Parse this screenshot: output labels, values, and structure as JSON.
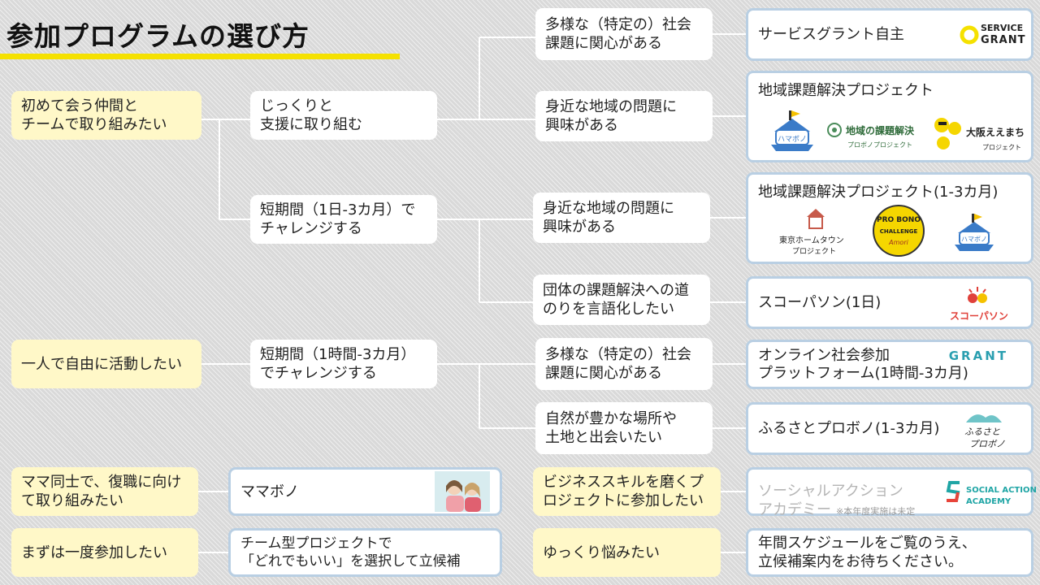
{
  "page_title": "参加プログラムの選び方",
  "motivations": {
    "team": "初めて会う仲間と\nチームで取り組みたい",
    "solo": "一人で自由に活動したい",
    "mama": "ママ同士で、復職に向け\nて取り組みたい",
    "once": "まずは一度参加したい"
  },
  "styles": {
    "longterm": "じっくりと\n支援に取り組む",
    "shortterm": "短期間（1日-3カ月）で\nチャレンジする",
    "solo_short": "短期間（1時間-3カ月）\nでチャレンジする"
  },
  "interests": {
    "social_issue_1": "多様な（特定の）社会\n課題に関心がある",
    "local_1": "身近な地域の問題に\n興味がある",
    "local_2": "身近な地域の問題に\n興味がある",
    "verbalize": "団体の課題解決への道\nのりを言語化したい",
    "social_issue_2": "多様な（特定の）社会\n課題に関心がある",
    "nature": "自然が豊かな場所や\n土地と出会いたい",
    "business": "ビジネススキルを磨くプ\nロジェクトに参加したい",
    "undecided": "ゆっくり悩みたい"
  },
  "programs": {
    "service_grant": "サービスグラント自主",
    "regional": "地域課題解決プロジェクト",
    "regional_short": "地域課題解決プロジェクト(1-3カ月)",
    "scoop": "スコーパソン(1日)",
    "online": "オンライン社会参加\nプラットフォーム(1時間-3カ月)",
    "furusato": "ふるさとプロボノ(1-3カ月)",
    "mamabono": "ママボノ",
    "team_any": "チーム型プロジェクトで\n「どれでもいい」を選択して立候補",
    "academy": "ソーシャルアクション\nアカデミー",
    "academy_note": "※本年度実施は未定",
    "schedule": "年間スケジュールをご覧のうえ、\n立候補案内をお待ちください。"
  },
  "logos": {
    "service_grant_top": "SERVICE",
    "service_grant_bottom": "GRANT",
    "hamabono": "ハマボノ",
    "chiiki_main": "地域の課題解決",
    "chiiki_sub": "プロボノプロジェクト",
    "osaka_main": "大阪ええまち",
    "osaka_sub": "プロジェクト",
    "tokyo_main": "東京ホームタウン",
    "tokyo_sub": "プロジェクト",
    "pbc_top": "PRO BONO",
    "pbc_mid": "CHALLENGE",
    "pbc_bottom": "Amori",
    "scoop": "スコーパソン",
    "grant": "GRANT",
    "furusato_top": "ふるさと",
    "furusato_bottom": "プロボノ",
    "sa_top": "SOCIAL ACTION",
    "sa_bottom": "ACADEMY"
  },
  "colors": {
    "accent_yellow": "#f5e100",
    "box_yellow": "#fff8c8",
    "box_border": "#b9cfe3",
    "grant_teal": "#2a9fb0",
    "scoop_red": "#e0413a",
    "sa_teal": "#1fa5a5",
    "sa_red": "#e8443a"
  }
}
